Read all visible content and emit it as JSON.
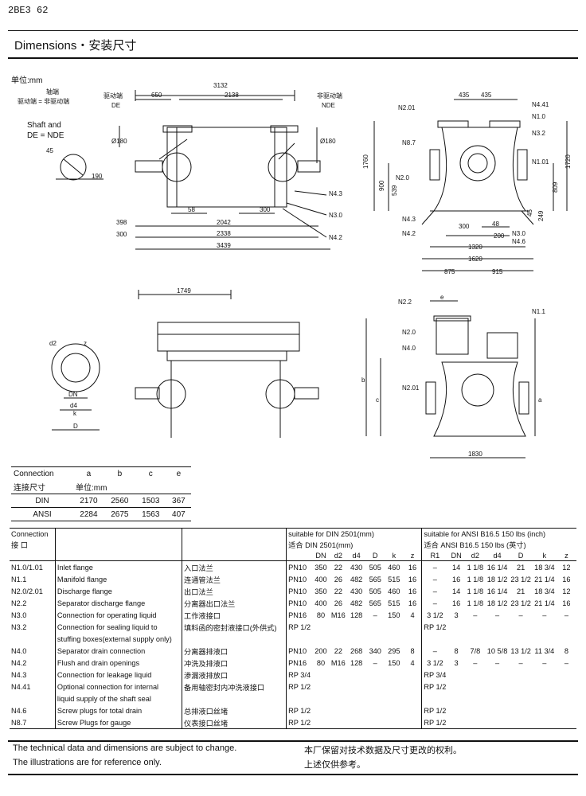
{
  "header": {
    "code": "2BE3 62",
    "title": "Dimensions・安装尺寸",
    "unit": "单位:mm"
  },
  "drawing1": {
    "labels": {
      "shaft_end": "轴端",
      "drive_eq_nondrive": "驱动端 = 非驱动端",
      "drive_cn": "驱动端",
      "drive_de": "DE",
      "nondrive_cn": "非驱动端",
      "nondrive_nde": "NDE",
      "shaft_and": "Shaft and",
      "de_eq_nde": "DE = NDE"
    },
    "dims": [
      "3132",
      "650",
      "2138",
      "Ø180",
      "Ø180",
      "45",
      "190",
      "58",
      "300",
      "398",
      "2042",
      "300",
      "2338",
      "3439"
    ],
    "tags": [
      "N4.3",
      "N3.0",
      "N4.2"
    ]
  },
  "drawing2": {
    "dims": [
      "435",
      "435",
      "1760",
      "1720",
      "900",
      "539",
      "809",
      "45",
      "249",
      "300",
      "48",
      "200",
      "1320",
      "1620",
      "875",
      "915"
    ],
    "tags": [
      "N2.01",
      "N4.41",
      "N1.0",
      "N3.2",
      "N8.7",
      "N1.01",
      "N2.0",
      "N4.3",
      "N4.2",
      "N3.0",
      "N4.6"
    ]
  },
  "drawing3": {
    "dims": [
      "1749"
    ],
    "shaft_labels": [
      "d2",
      "z",
      "DN",
      "d4",
      "k",
      "D"
    ]
  },
  "drawing4": {
    "dims": [
      "e",
      "b",
      "c",
      "a",
      "1830"
    ],
    "tags": [
      "N2.2",
      "N1.1",
      "N2.0",
      "N4.0",
      "N2.01"
    ]
  },
  "table1": {
    "header": [
      "Connection",
      "a",
      "b",
      "c",
      "e"
    ],
    "subheader": [
      "连接尺寸",
      "单位:mm"
    ],
    "rows": [
      [
        "DIN",
        "2170",
        "2560",
        "1503",
        "367"
      ],
      [
        "ANSI",
        "2284",
        "2675",
        "1563",
        "407"
      ]
    ]
  },
  "table2": {
    "conn_en": "Connection",
    "conn_cn": "接  口",
    "din_title_en": "suitable for DIN 2501(mm)",
    "din_title_cn": "适合 DIN 2501(mm)",
    "ansi_title_en": "suitable for ANSI B16.5 150 lbs (inch)",
    "ansi_title_cn": "适合 ANSI B16.5 150 lbs (英寸)",
    "din_cols": [
      "DN",
      "d2",
      "d4",
      "D",
      "k",
      "z"
    ],
    "ansi_cols": [
      "R1",
      "DN",
      "d2",
      "d4",
      "D",
      "k",
      "z"
    ],
    "rows": [
      {
        "id": "N1.0/1.01",
        "en": "Inlet flange",
        "cn": "入口法兰",
        "pn": "PN10",
        "din": [
          "350",
          "22",
          "430",
          "505",
          "460",
          "16"
        ],
        "ansi": [
          "–",
          "14",
          "1 1/8",
          "16 1/4",
          "21",
          "18 3/4",
          "12"
        ]
      },
      {
        "id": "N1.1",
        "en": "Manifold flange",
        "cn": "连通管法兰",
        "pn": "PN10",
        "din": [
          "400",
          "26",
          "482",
          "565",
          "515",
          "16"
        ],
        "ansi": [
          "–",
          "16",
          "1 1/8",
          "18 1/2",
          "23 1/2",
          "21 1/4",
          "16"
        ]
      },
      {
        "id": "N2.0/2.01",
        "en": "Discharge flange",
        "cn": "出口法兰",
        "pn": "PN10",
        "din": [
          "350",
          "22",
          "430",
          "505",
          "460",
          "16"
        ],
        "ansi": [
          "–",
          "14",
          "1 1/8",
          "16 1/4",
          "21",
          "18 3/4",
          "12"
        ]
      },
      {
        "id": "N2.2",
        "en": "Separator discharge flange",
        "cn": "分离器出口法兰",
        "pn": "PN10",
        "din": [
          "400",
          "26",
          "482",
          "565",
          "515",
          "16"
        ],
        "ansi": [
          "–",
          "16",
          "1 1/8",
          "18 1/2",
          "23 1/2",
          "21 1/4",
          "16"
        ]
      },
      {
        "id": "N3.0",
        "en": "Connection for operating liquid",
        "cn": "工作液接口",
        "pn": "PN16",
        "din": [
          "80",
          "M16",
          "128",
          "–",
          "150",
          "4"
        ],
        "ansi": [
          "3 1/2",
          "3",
          "–",
          "–",
          "–",
          "–",
          "–"
        ]
      },
      {
        "id": "N3.2",
        "en": "Connection for sealing liquid to",
        "en2": "stuffing boxes(external supply only)",
        "cn": "填料函的密封液接口(外供式)",
        "pn": "RP 1/2",
        "din": [
          "",
          "",
          "",
          "",
          "",
          ""
        ],
        "ansi": [
          "RP 1/2",
          "",
          "",
          "",
          "",
          "",
          ""
        ]
      },
      {
        "id": "N4.0",
        "en": "Separator drain connection",
        "cn": "分离器排液口",
        "pn": "PN10",
        "din": [
          "200",
          "22",
          "268",
          "340",
          "295",
          "8"
        ],
        "ansi": [
          "–",
          "8",
          "7/8",
          "10 5/8",
          "13 1/2",
          "11 3/4",
          "8"
        ]
      },
      {
        "id": "N4.2",
        "en": "Flush and drain openings",
        "cn": "冲洗及排液口",
        "pn": "PN16",
        "din": [
          "80",
          "M16",
          "128",
          "–",
          "150",
          "4"
        ],
        "ansi": [
          "3 1/2",
          "3",
          "–",
          "–",
          "–",
          "–",
          "–"
        ]
      },
      {
        "id": "N4.3",
        "en": "Connection for leakage liquid",
        "cn": "渗漏液排放口",
        "pn": "RP 3/4",
        "din": [
          "",
          "",
          "",
          "",
          "",
          ""
        ],
        "ansi": [
          "RP 3/4",
          "",
          "",
          "",
          "",
          "",
          ""
        ]
      },
      {
        "id": "N4.41",
        "en": "Optional connection for internal",
        "en2": "liquid supply of the shaft seal",
        "cn": "备用轴密封内冲洗液接口",
        "pn": "RP 1/2",
        "din": [
          "",
          "",
          "",
          "",
          "",
          ""
        ],
        "ansi": [
          "RP 1/2",
          "",
          "",
          "",
          "",
          "",
          ""
        ]
      },
      {
        "id": "N4.6",
        "en": "Screw plugs for total drain",
        "cn": "总排液口丝堵",
        "pn": "RP 1/2",
        "din": [
          "",
          "",
          "",
          "",
          "",
          ""
        ],
        "ansi": [
          "RP 1/2",
          "",
          "",
          "",
          "",
          "",
          ""
        ]
      },
      {
        "id": "N8.7",
        "en": "Screw Plugs for gauge",
        "cn": "仪表接口丝堵",
        "pn": "RP 1/2",
        "din": [
          "",
          "",
          "",
          "",
          "",
          ""
        ],
        "ansi": [
          "RP 1/2",
          "",
          "",
          "",
          "",
          "",
          ""
        ]
      }
    ]
  },
  "footer": {
    "en1": "The technical data and dimensions are subject to change.",
    "en2": "The illustrations are for reference only.",
    "cn1": "本厂保留对技术数据及尺寸更改的权利。",
    "cn2": "上述仅供参考。"
  }
}
